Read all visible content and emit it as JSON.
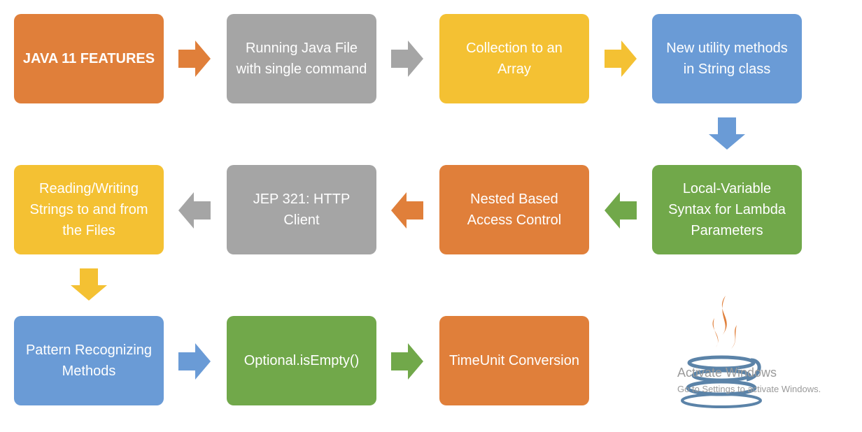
{
  "colors": {
    "orange": "#E07F3A",
    "gray": "#A5A5A5",
    "yellow": "#F4C133",
    "blue": "#6A9BD6",
    "green": "#71A84A"
  },
  "steps": [
    {
      "id": "java-11-features",
      "label": "JAVA 11 FEATURES",
      "color": "orange"
    },
    {
      "id": "running-java-file",
      "label": "Running Java File with single command",
      "color": "gray"
    },
    {
      "id": "collection-to-array",
      "label": "Collection to an Array",
      "color": "yellow"
    },
    {
      "id": "string-utility-methods",
      "label": "New utility methods in String class",
      "color": "blue"
    },
    {
      "id": "local-variable-syntax",
      "label": "Local-Variable Syntax for Lambda Parameters",
      "color": "green"
    },
    {
      "id": "nested-access-control",
      "label": "Nested Based Access Control",
      "color": "orange"
    },
    {
      "id": "http-client",
      "label": "JEP 321: HTTP Client",
      "color": "gray"
    },
    {
      "id": "reading-writing-strings",
      "label": "Reading/Writing Strings to and from the Files",
      "color": "yellow"
    },
    {
      "id": "pattern-recognizing",
      "label": "Pattern Recognizing Methods",
      "color": "blue"
    },
    {
      "id": "optional-isempty",
      "label": "Optional.isEmpty()",
      "color": "green"
    },
    {
      "id": "timeunit-conversion",
      "label": "TimeUnit Conversion",
      "color": "orange"
    }
  ],
  "watermark": {
    "title": "Activate Windows",
    "subtitle": "Go to Settings to activate Windows.",
    "logo_icon": "java-logo-icon"
  }
}
